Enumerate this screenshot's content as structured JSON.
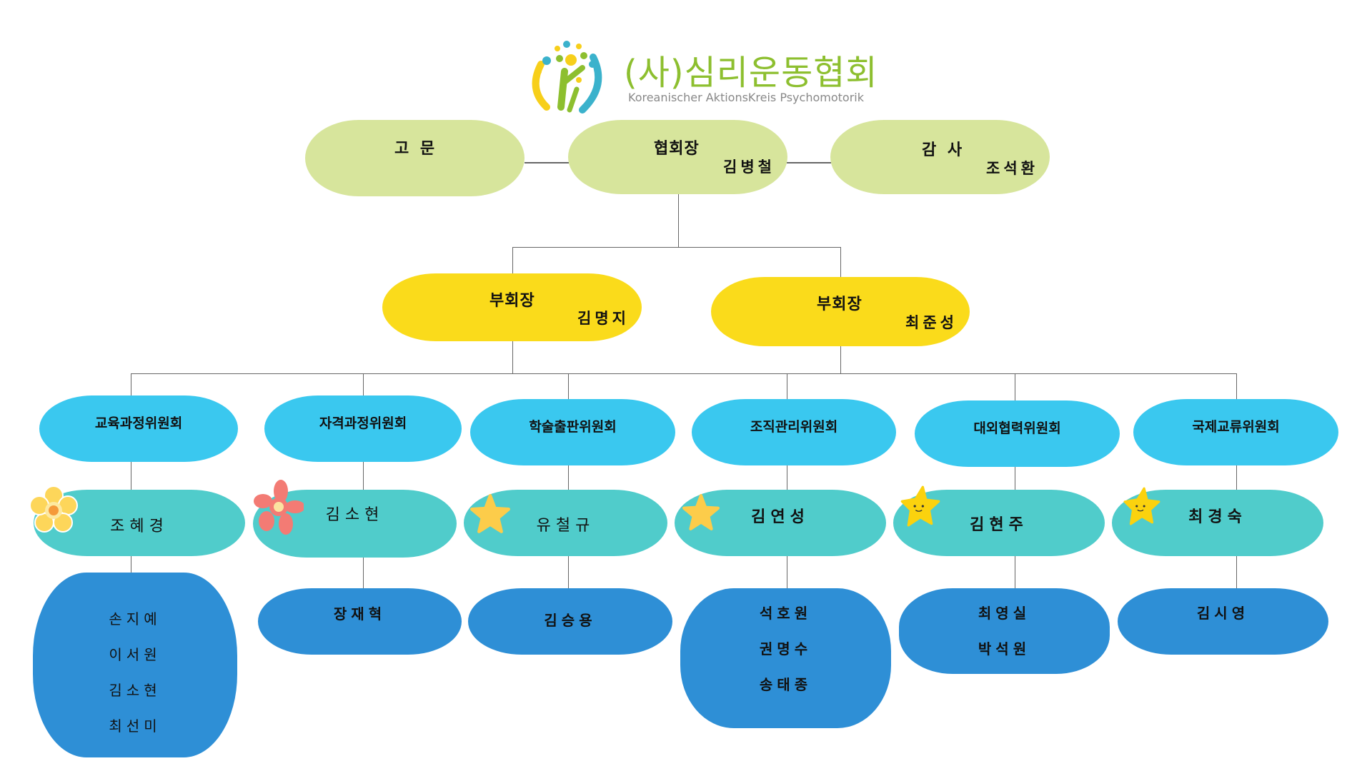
{
  "logo": {
    "title": "(사)심리운동협회",
    "subtitle": "Koreanischer AktionsKreis Psychomotorik"
  },
  "top": {
    "advisor": {
      "title": "고 문"
    },
    "president": {
      "title": "협회장",
      "name": "김병철"
    },
    "auditor": {
      "title": "감 사",
      "name": "조석환"
    }
  },
  "vice": [
    {
      "title": "부회장",
      "name": "김명지"
    },
    {
      "title": "부회장",
      "name": "최준성"
    }
  ],
  "committees": [
    {
      "name": "교육과정위원회",
      "chair": "조혜경",
      "icon": "yellow-flower-icon",
      "members": [
        "손지예",
        "이서원",
        "김소현",
        "최선미"
      ]
    },
    {
      "name": "자격과정위원회",
      "chair": "김소현",
      "icon": "pink-flower-icon",
      "members": [
        "장재혁"
      ]
    },
    {
      "name": "학술출판위원회",
      "chair": "유철규",
      "icon": "star-icon",
      "members": [
        "김승용"
      ]
    },
    {
      "name": "조직관리위원회",
      "chair": "김연성",
      "icon": "star-icon",
      "members": [
        "석호원",
        "권명수",
        "송태종"
      ]
    },
    {
      "name": "대외협력위원회",
      "chair": "김현주",
      "icon": "smiling-star-icon",
      "members": [
        "최영실",
        "박석원"
      ]
    },
    {
      "name": "국제교류위원회",
      "chair": "최경숙",
      "icon": "smiling-star-icon",
      "members": [
        "김시영"
      ]
    }
  ],
  "colors": {
    "top": "#d7e59c",
    "vice": "#fadb1b",
    "committee": "#3ac8ef",
    "chair": "#50cccb",
    "members": "#2e8fd6",
    "logo_text": "#8dbf2f"
  }
}
